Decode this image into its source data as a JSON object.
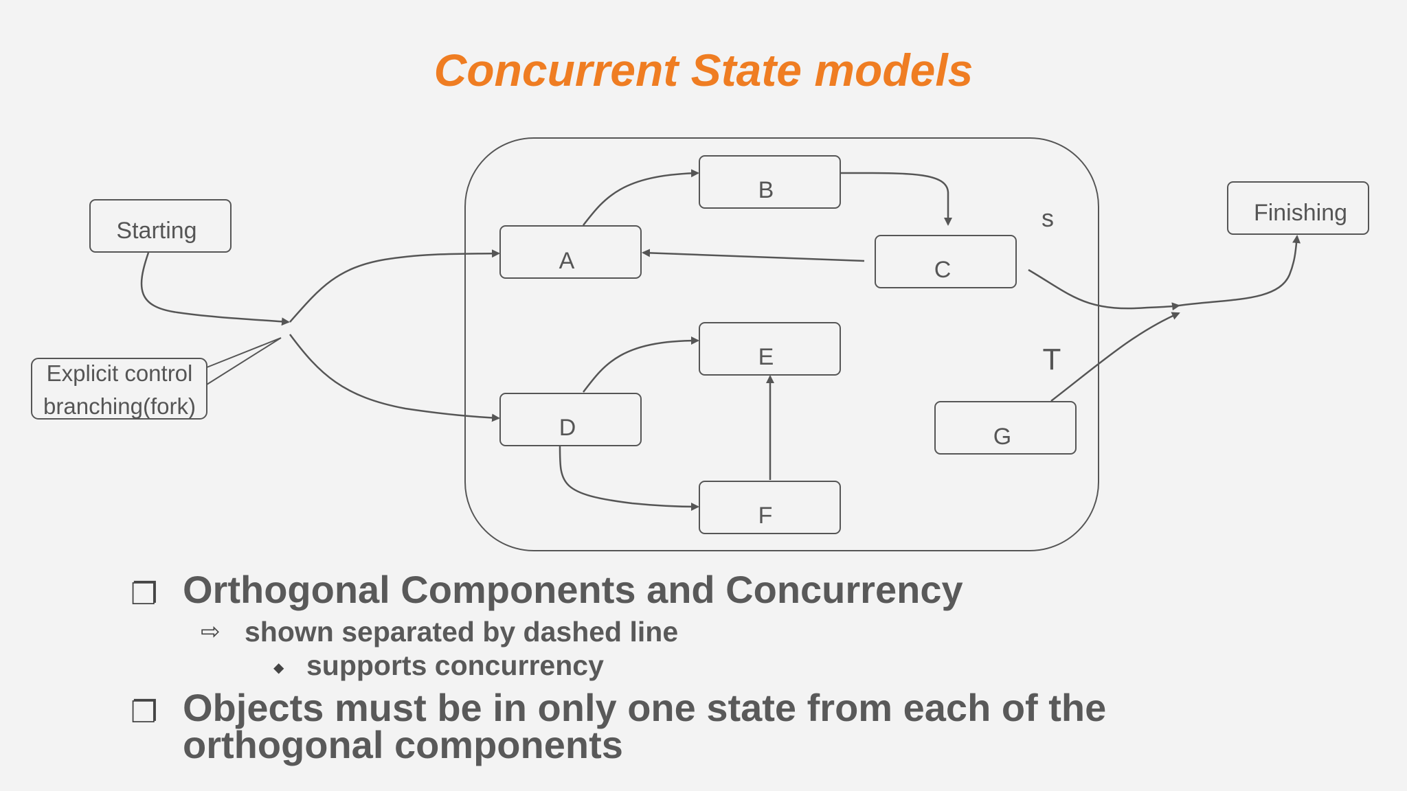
{
  "slide": {
    "title": "Concurrent State models"
  },
  "diagram": {
    "states": {
      "starting": "Starting",
      "finishing": "Finishing",
      "a": "A",
      "b": "B",
      "c": "C",
      "d": "D",
      "e": "E",
      "f": "F",
      "g": "G"
    },
    "region_labels": {
      "s": "s",
      "t": "T"
    },
    "callout": {
      "line1": "Explicit control",
      "line2": "branching(fork)"
    }
  },
  "bullets": [
    {
      "level": 1,
      "text": "Orthogonal Components and Concurrency",
      "marker": "square-bullet-icon"
    },
    {
      "level": 2,
      "text": "shown separated by dashed line",
      "marker": "arrow-bullet-icon"
    },
    {
      "level": 3,
      "text": "supports concurrency",
      "marker": "diamond-bullet-icon"
    },
    {
      "level": 1,
      "text": "Objects must be in only one state from each of the",
      "continuation": "orthogonal components",
      "marker": "square-bullet-icon"
    }
  ],
  "colors": {
    "title": "#ef7d22",
    "text": "#555555",
    "stroke": "#555555",
    "background": "#f3f3f3"
  }
}
